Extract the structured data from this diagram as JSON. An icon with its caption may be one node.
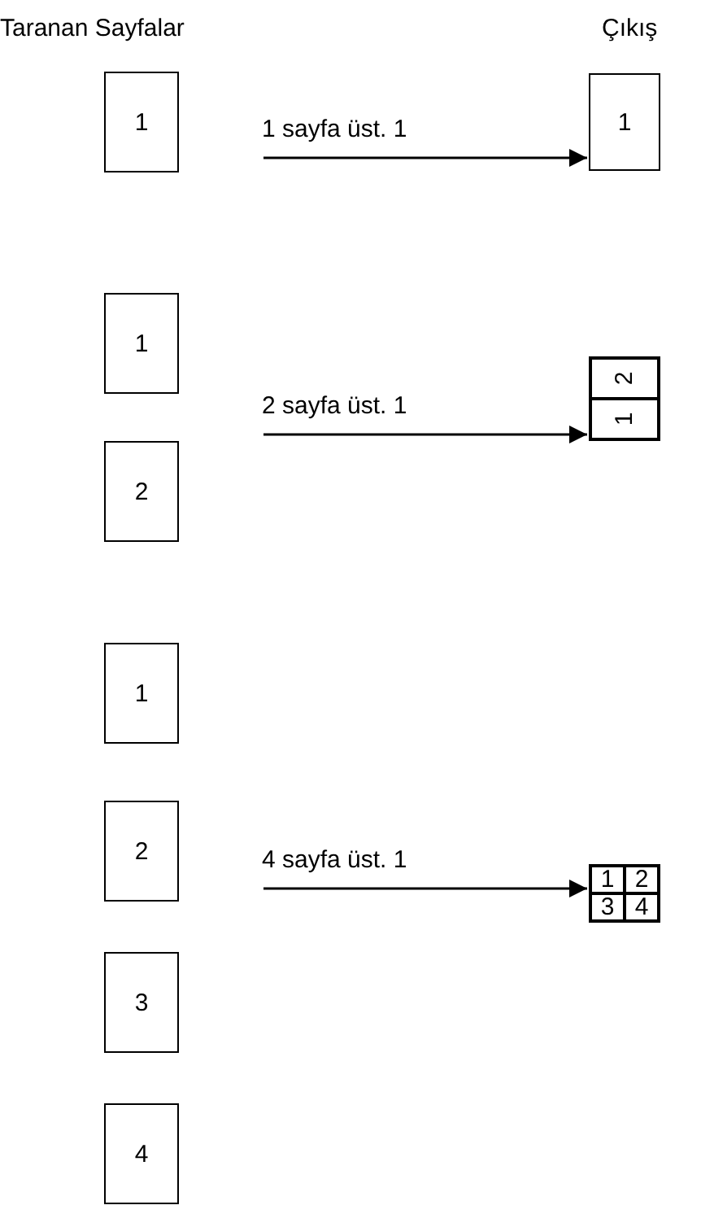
{
  "diagram": {
    "nodes": [
      {
        "text": [
          "1"
        ]
      },
      {
        "text": [
          "1"
        ]
      },
      {
        "text": [
          "1"
        ]
      },
      {
        "text": [],
        "shape": "box"
      },
      {
        "text": [
          "2"
        ],
        "in": 3
      },
      {
        "text": [
          "1"
        ],
        "in": 3
      },
      {
        "text": [
          "2"
        ]
      },
      {
        "text": [
          "1"
        ]
      },
      {
        "text": [
          "2"
        ]
      },
      {
        "text": [],
        "shape": "box"
      },
      {
        "text": [
          "1"
        ],
        "in": 9
      },
      {
        "text": [
          "2"
        ],
        "in": 9
      },
      {
        "text": [
          "3"
        ],
        "in": 9
      },
      {
        "text": [
          "4"
        ],
        "in": 9
      },
      {
        "text": [
          "3"
        ]
      },
      {
        "text": [
          "4"
        ]
      }
    ],
    "edges": [
      {
        "from": null,
        "to": 1,
        "arrow": "to",
        "label": "1 sayfa üst. 1"
      },
      {
        "from": null,
        "to": 3,
        "arrow": "to",
        "label": "2 sayfa üst. 1"
      },
      {
        "from": null,
        "to": 9,
        "arrow": "to",
        "label": "4 sayfa üst. 1"
      }
    ],
    "labels": [
      "Taranan Sayfalar",
      "Çıkış"
    ]
  }
}
